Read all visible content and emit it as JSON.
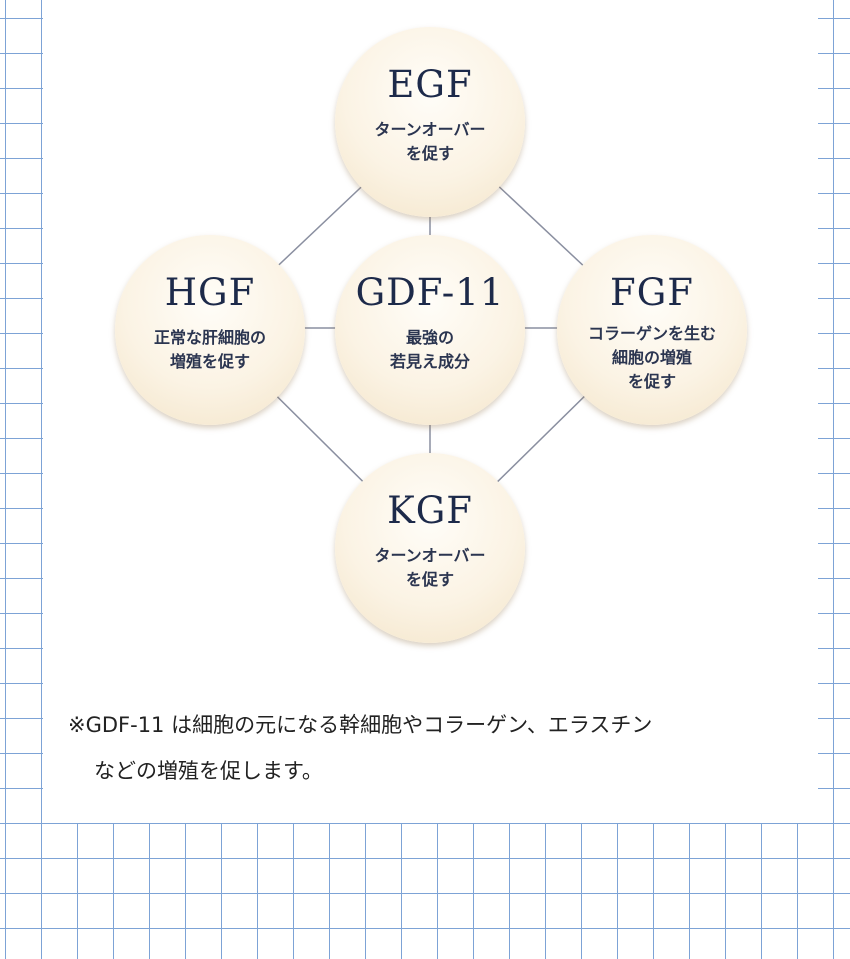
{
  "nodes": [
    {
      "id": "egf",
      "title": "EGF",
      "desc": [
        "ターンオーバー",
        "を促す"
      ]
    },
    {
      "id": "hgf",
      "title": "HGF",
      "desc": [
        "正常な肝細胞の",
        "増殖を促す"
      ]
    },
    {
      "id": "gdf",
      "title": "GDF-11",
      "desc": [
        "最強の",
        "若見え成分"
      ]
    },
    {
      "id": "fgf",
      "title": "FGF",
      "desc": [
        "コラーゲンを生む",
        "細胞の増殖",
        "を促す"
      ]
    },
    {
      "id": "kgf",
      "title": "KGF",
      "desc": [
        "ターンオーバー",
        "を促す"
      ]
    }
  ],
  "note": {
    "line1": "※GDF-11 は細胞の元になる幹細胞やコラーゲン、エラスチン",
    "line2": "などの増殖を促します。"
  }
}
